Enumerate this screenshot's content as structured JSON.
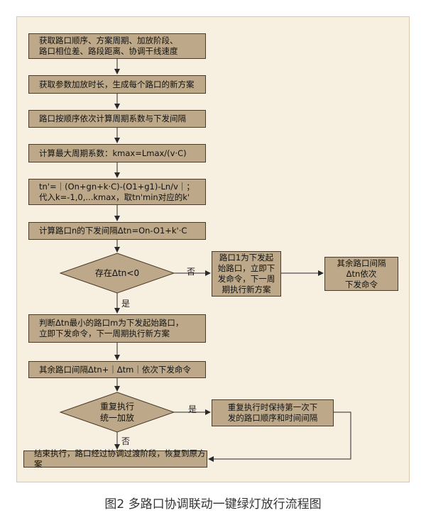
{
  "flowchart": {
    "step1": "获取路口顺序、方案周期、加放阶段、\n路口相位差、路段距离、协调干线速度",
    "step2": "获取参数加放时长，生成每个路口的新方案",
    "step3": "路口按顺序依次计算周期系数与下发间隔",
    "step4": "计算最大周期系数：kmax=Lmax/(v·C)",
    "step5": "tn'=｜(On+gn+k·C)-(O1+g1)-Ln/v｜；\n代入k=-1,0,...kmax，取tn'min对应的k'",
    "step6": "计算路口n的下发间隔Δtn=On-O1+k'·C",
    "decision1": "存在Δtn<0",
    "decision1_no": "否",
    "decision1_yes": "是",
    "branch1": "路口1为下发起\n始路口，立即下\n发命令，下一周\n期执行新方案",
    "branch1_next": "其余路口间隔\nΔtn依次\n下发命令",
    "step7": "判断Δtn最小的路口m为下发起始路口，\n立即下发命令，下一周期执行新方案",
    "step8": "其余路口间隔Δtn+｜Δtm｜依次下发命令",
    "decision2": "重复执行\n统一加放",
    "decision2_yes": "是",
    "decision2_no": "否",
    "branch2": "重复执行时保持第一次下\n发的路口顺序和时间间隔",
    "step9": "结束执行，路口经过协调过渡阶段，恢复到原方案"
  },
  "caption": "图2  多路口协调联动一键绿灯放行流程图",
  "colors": {
    "box": "#bda989",
    "panel": "#f7efe0",
    "line": "#2a2a2a"
  }
}
